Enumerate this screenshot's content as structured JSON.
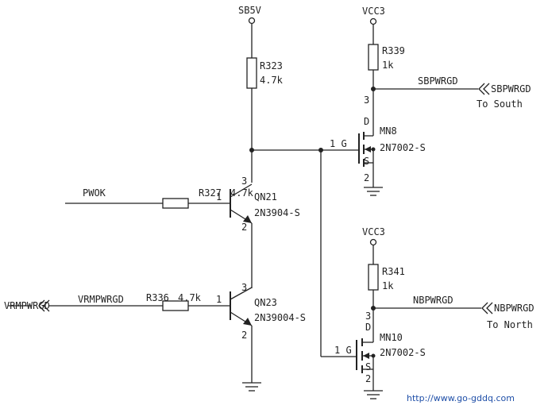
{
  "nets": {
    "sb5v": "SB5V",
    "vcc3_top": "VCC3",
    "vcc3_bottom": "VCC3",
    "pwok": "PWOK",
    "vrmpwrgd_wire": "VRMPWRGD",
    "vrmpwrgd_port": "VRMPWRGD",
    "sbpwrgd_wire": "SBPWRGD",
    "sbpwrgd_port": "SBPWRGD",
    "nbpwrgd_wire": "NBPWRGD",
    "nbpwrgd_port": "NBPWRGD"
  },
  "notes": {
    "to_south": "To South",
    "to_north": "To North"
  },
  "resistors": {
    "r323": {
      "ref": "R323",
      "value": "4.7k"
    },
    "r339": {
      "ref": "R339",
      "value": "1k"
    },
    "r327": {
      "ref": "R327",
      "value": "4.7k"
    },
    "r336": {
      "ref": "R336",
      "value": "4.7k"
    },
    "r341": {
      "ref": "R341",
      "value": "1k"
    }
  },
  "transistors": {
    "qn21": {
      "ref": "QN21",
      "part": "2N3904-S",
      "pin_b": "1",
      "pin_c": "3",
      "pin_e": "2"
    },
    "qn23": {
      "ref": "QN23",
      "part": "2N39004-S",
      "pin_b": "1",
      "pin_c": "3",
      "pin_e": "2"
    }
  },
  "mosfets": {
    "mn8": {
      "ref": "MN8",
      "part": "2N7002-S",
      "pin_g": "1 G",
      "pin_d": "3",
      "d": "D",
      "s": "S",
      "pin_s": "2"
    },
    "mn10": {
      "ref": "MN10",
      "part": "2N7002-S",
      "pin_g": "1 G",
      "pin_d": "3",
      "d": "D",
      "s": "S",
      "pin_s": "2"
    }
  },
  "watermark": "http://www.go-gddq.com"
}
